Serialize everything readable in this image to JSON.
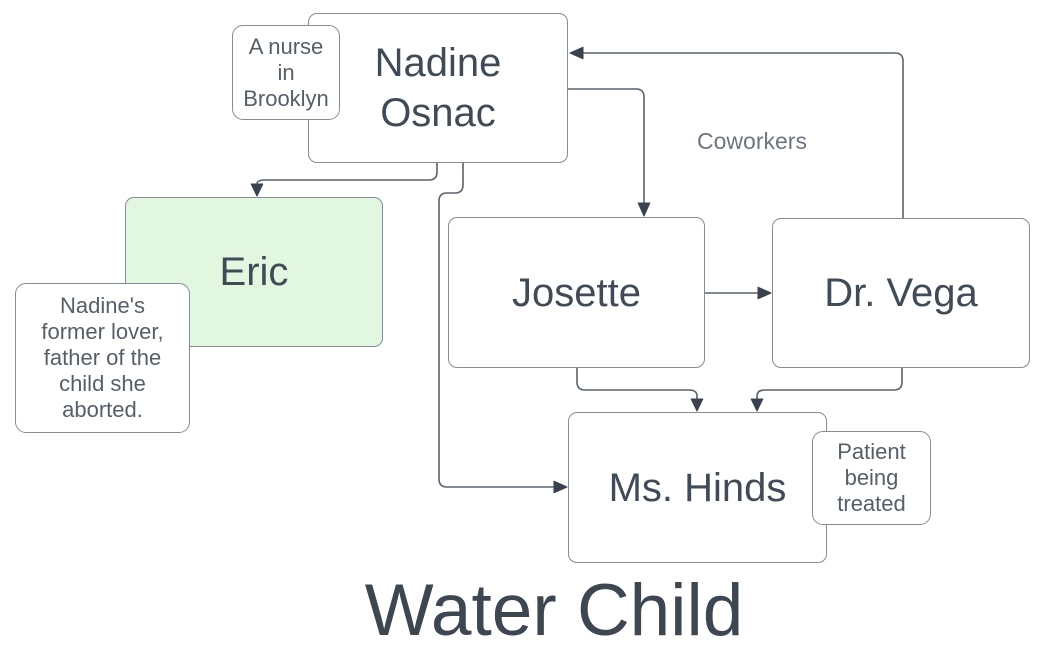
{
  "title": "Water Child",
  "nodes": {
    "nadine": {
      "label": "Nadine\nOsnac"
    },
    "eric": {
      "label": "Eric"
    },
    "josette": {
      "label": "Josette"
    },
    "dr_vega": {
      "label": "Dr. Vega"
    },
    "ms_hinds": {
      "label": "Ms. Hinds"
    }
  },
  "annotations": {
    "nadine_note": {
      "text": "A nurse\nin\nBrooklyn"
    },
    "eric_note": {
      "text": "Nadine's\nformer lover,\nfather of the\nchild she\naborted."
    },
    "ms_hinds_note": {
      "text": "Patient\nbeing\ntreated"
    }
  },
  "edges": {
    "coworkers_label": "Coworkers",
    "list": [
      {
        "from": "Dr. Vega",
        "to": "Nadine Osnac",
        "label": "Coworkers"
      },
      {
        "from": "Nadine Osnac",
        "to": "Eric"
      },
      {
        "from": "Nadine Osnac",
        "to": "Josette"
      },
      {
        "from": "Nadine Osnac",
        "to": "Ms. Hinds"
      },
      {
        "from": "Josette",
        "to": "Dr. Vega"
      },
      {
        "from": "Josette",
        "to": "Ms. Hinds"
      },
      {
        "from": "Dr. Vega",
        "to": "Ms. Hinds"
      }
    ]
  },
  "colors": {
    "background": "#ffffff",
    "node_fill": "#ffffff",
    "eric_fill": "#e1f7e0",
    "node_border": "#848d98",
    "node_text": "#414b57",
    "note_text": "#555f6a",
    "edge_stroke": "#59626f",
    "arrowhead": "#39424e",
    "edge_label_text": "#6d7680",
    "title_text": "#3d4651"
  }
}
